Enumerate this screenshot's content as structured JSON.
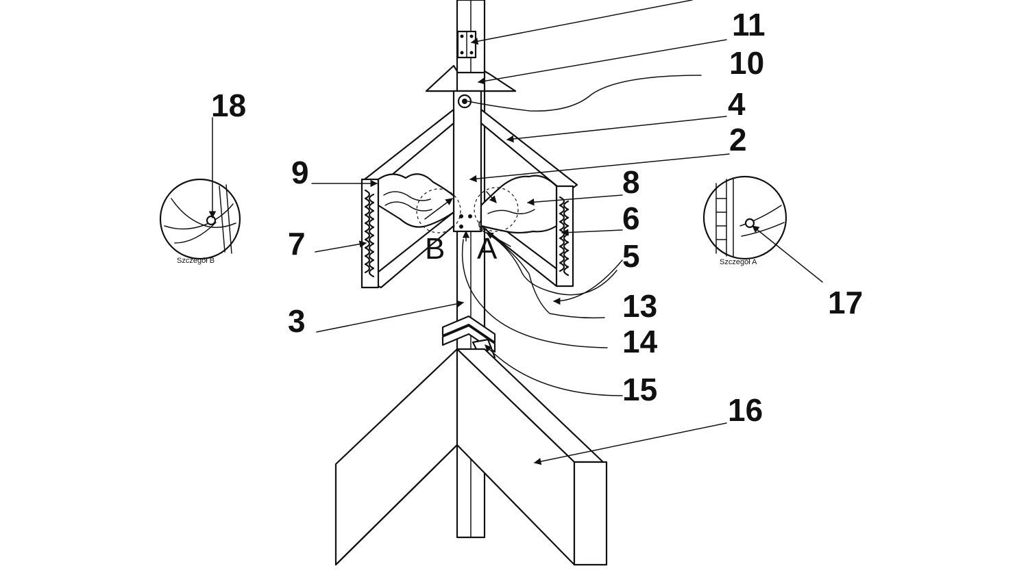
{
  "labels": {
    "n11": "11",
    "n10": "10",
    "n4": "4",
    "n2": "2",
    "n8": "8",
    "n6": "6",
    "n5": "5",
    "n13": "13",
    "n14": "14",
    "n15": "15",
    "n16": "16",
    "n3": "3",
    "n7": "7",
    "n9": "9",
    "n18": "18",
    "n17": "17",
    "letter_b": "B",
    "letter_a": "A"
  },
  "details": {
    "detail_b": "Szczegół B",
    "detail_a": "Szczegół A"
  },
  "colors": {
    "ink": "#111111",
    "background": "#ffffff"
  }
}
